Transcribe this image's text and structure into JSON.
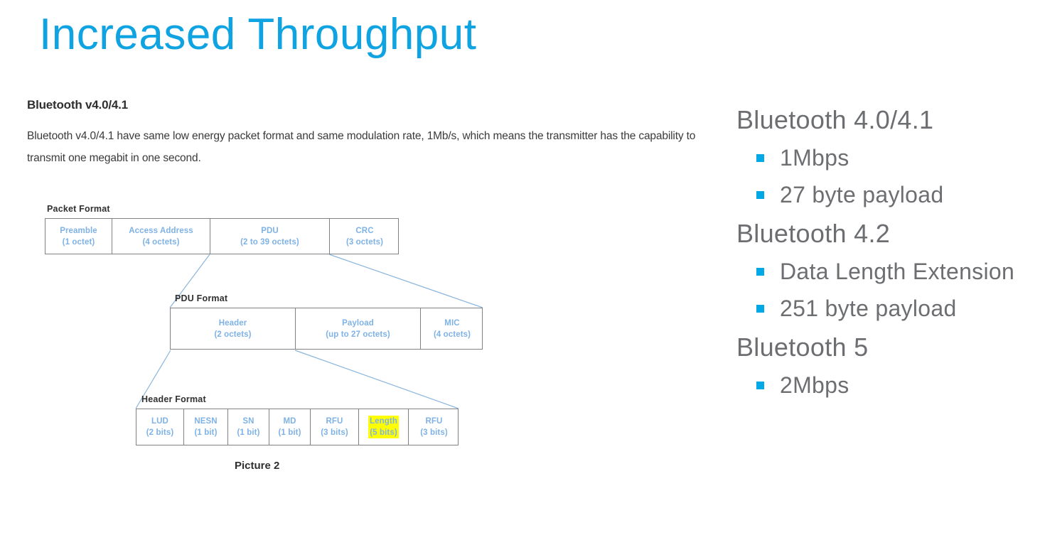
{
  "slide": {
    "title": "Increased Throughput",
    "title_color": "#0fa3e2",
    "bullet_color": "#00a8e6",
    "highlight_color": "#ffff00",
    "diagram_text_color": "#7fb2e5",
    "box_border_color": "#808285",
    "connector_color": "#8ab4dd"
  },
  "left": {
    "heading": "Bluetooth v4.0/4.1",
    "paragraph": "Bluetooth v4.0/4.1 have same low energy packet format and same modulation rate, 1Mb/s, which means the transmitter has the capability to transmit one megabit in one second.",
    "picture_caption": "Picture 2",
    "diagram": {
      "packet_format": {
        "caption": "Packet Format",
        "cells": [
          {
            "name": "Preamble",
            "size": "(1 octet)",
            "highlight": false
          },
          {
            "name": "Access Address",
            "size": "(4 octets)",
            "highlight": false
          },
          {
            "name": "PDU",
            "size": "(2 to 39 octets)",
            "highlight": false
          },
          {
            "name": "CRC",
            "size": "(3 octets)",
            "highlight": false
          }
        ]
      },
      "pdu_format": {
        "caption": "PDU Format",
        "cells": [
          {
            "name": "Header",
            "size": "(2 octets)",
            "highlight": false
          },
          {
            "name": "Payload",
            "size": "(up to 27 octets)",
            "highlight": false
          },
          {
            "name": "MIC",
            "size": "(4 octets)",
            "highlight": false
          }
        ]
      },
      "header_format": {
        "caption": "Header Format",
        "cells": [
          {
            "name": "LUD",
            "size": "(2 bits)",
            "highlight": false
          },
          {
            "name": "NESN",
            "size": "(1 bit)",
            "highlight": false
          },
          {
            "name": "SN",
            "size": "(1 bit)",
            "highlight": false
          },
          {
            "name": "MD",
            "size": "(1 bit)",
            "highlight": false
          },
          {
            "name": "RFU",
            "size": "(3 bits)",
            "highlight": false
          },
          {
            "name": "Length",
            "size": "(5 bits)",
            "highlight": true
          },
          {
            "name": "RFU",
            "size": "(3 bits)",
            "highlight": false
          }
        ]
      }
    }
  },
  "right": {
    "groups": [
      {
        "heading": "Bluetooth 4.0/4.1",
        "bullets": [
          "1Mbps",
          "27 byte payload"
        ]
      },
      {
        "heading": "Bluetooth 4.2",
        "bullets": [
          "Data Length Extension",
          "251 byte payload"
        ]
      },
      {
        "heading": "Bluetooth 5",
        "bullets": [
          "2Mbps"
        ]
      }
    ]
  }
}
